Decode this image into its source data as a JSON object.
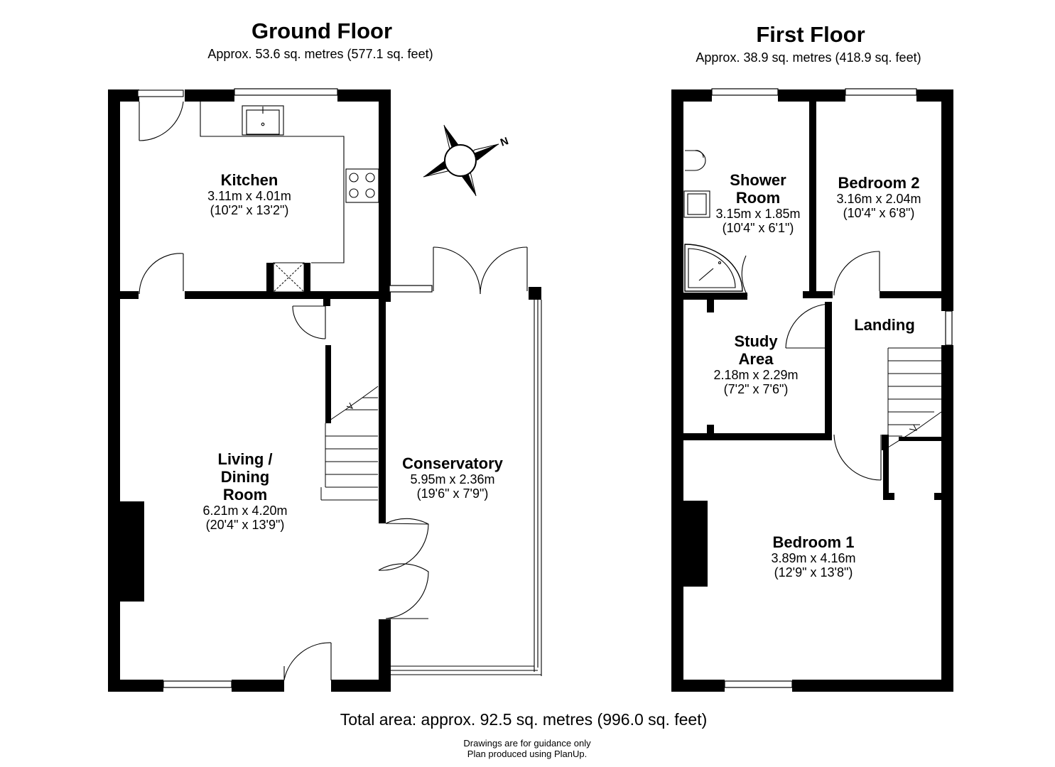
{
  "floors": [
    {
      "title": "Ground Floor",
      "area": "Approx. 53.6 sq. metres (577.1 sq. feet)",
      "rooms": [
        {
          "name": "Kitchen",
          "metric": "3.11m x 4.01m",
          "imperial": "(10'2\" x 13'2\")"
        },
        {
          "name_lines": [
            "Living /",
            "Dining",
            "Room"
          ],
          "metric": "6.21m x 4.20m",
          "imperial": "(20'4\" x 13'9\")"
        },
        {
          "name": "Conservatory",
          "metric": "5.95m x 2.36m",
          "imperial": "(19'6\" x 7'9\")"
        }
      ]
    },
    {
      "title": "First Floor",
      "area": "Approx. 38.9 sq. metres (418.9 sq. feet)",
      "rooms": [
        {
          "name_lines": [
            "Shower",
            "Room"
          ],
          "metric": "3.15m x 1.85m",
          "imperial": "(10'4\" x 6'1\")"
        },
        {
          "name": "Bedroom 2",
          "metric": "3.16m x 2.04m",
          "imperial": "(10'4\" x 6'8\")"
        },
        {
          "name": "Landing"
        },
        {
          "name_lines": [
            "Study",
            "Area"
          ],
          "metric": "2.18m x 2.29m",
          "imperial": "(7'2\" x 7'6\")"
        },
        {
          "name": "Bedroom 1",
          "metric": "3.89m x 4.16m",
          "imperial": "(12'9\" x 13'8\")"
        }
      ]
    }
  ],
  "compass": {
    "label": "N"
  },
  "total_area": "Total area: approx. 92.5 sq. metres (996.0 sq. feet)",
  "notes": [
    "Drawings are for guidance only",
    "Plan produced using PlanUp."
  ]
}
